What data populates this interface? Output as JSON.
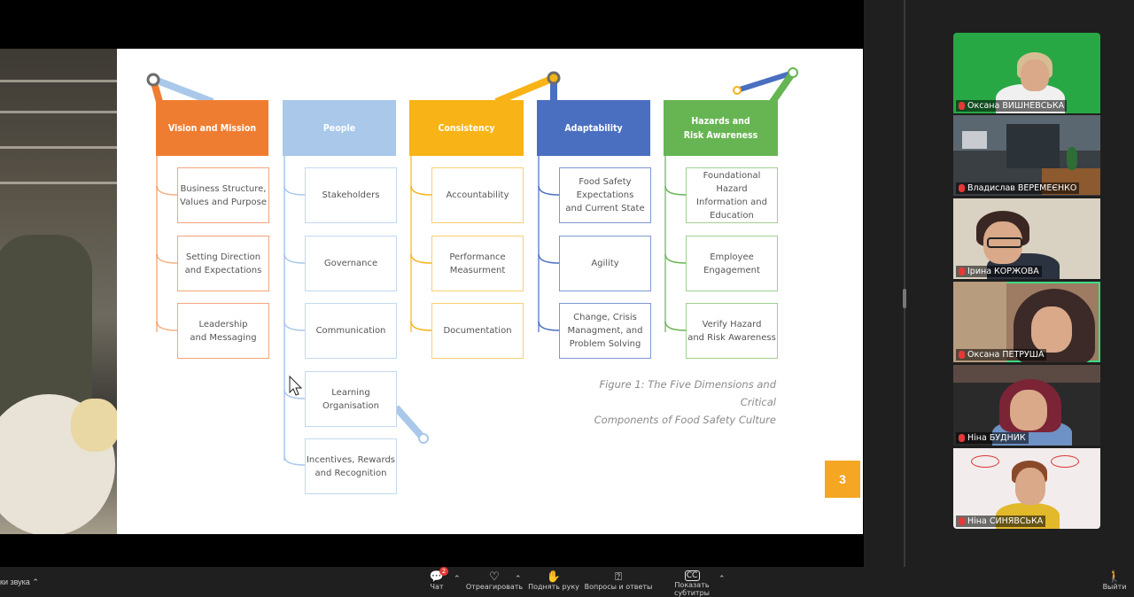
{
  "slide": {
    "page_number": "3",
    "caption": "Figure 1: The Five Dimensions and Critical\nComponents of Food Safety Culture",
    "dimensions": [
      {
        "title": "Vision and Mission",
        "color": "#ef7d31",
        "items": [
          "Business Structure,\nValues and Purpose",
          "Setting Direction\nand Expectations",
          "Leadership\nand Messaging"
        ]
      },
      {
        "title": "People",
        "color": "#a9c8ea",
        "items": [
          "Stakeholders",
          "Governance",
          "Communication",
          "Learning\nOrganisation",
          "Incentives, Rewards\nand Recognition"
        ]
      },
      {
        "title": "Consistency",
        "color": "#f8b316",
        "items": [
          "Accountability",
          "Performance\nMeasurment",
          "Documentation"
        ]
      },
      {
        "title": "Adaptability",
        "color": "#4a6fc0",
        "items": [
          "Food Safety\nExpectations\nand Current State",
          "Agility",
          "Change, Crisis\nManagment, and\nProblem Solving"
        ]
      },
      {
        "title": "Hazards and\nRisk Awareness",
        "color": "#66b552",
        "items": [
          "Foundational Hazard\nInformation and\nEducation",
          "Employee\nEngagement",
          "Verify Hazard\nand Risk Awareness"
        ]
      }
    ]
  },
  "participants": [
    {
      "name": "Оксана ВИШНЕВСЬКА",
      "bg": "#27a845"
    },
    {
      "name": "Владислав ВЕРЕМЕЄНКО",
      "bg": "#3a3f44"
    },
    {
      "name": "Ірина КОРЖОВА",
      "bg": "#d9d2c3"
    },
    {
      "name": "Оксана ПЕТРУША",
      "bg": "#9e7b63"
    },
    {
      "name": "Ніна БУДНИК",
      "bg": "#2b2a2a"
    },
    {
      "name": "Ніна СИНЯВСЬКА",
      "bg": "#f2ecec"
    }
  ],
  "toolbar": {
    "sound_label": "ки звука",
    "chat_label": "Чат",
    "chat_badge": "2",
    "react_label": "Отреагировать",
    "raise_hand_label": "Поднять руку",
    "qa_label": "Вопросы и ответы",
    "subtitles_label": "Показать субтитры",
    "leave_label": "Выйти"
  }
}
